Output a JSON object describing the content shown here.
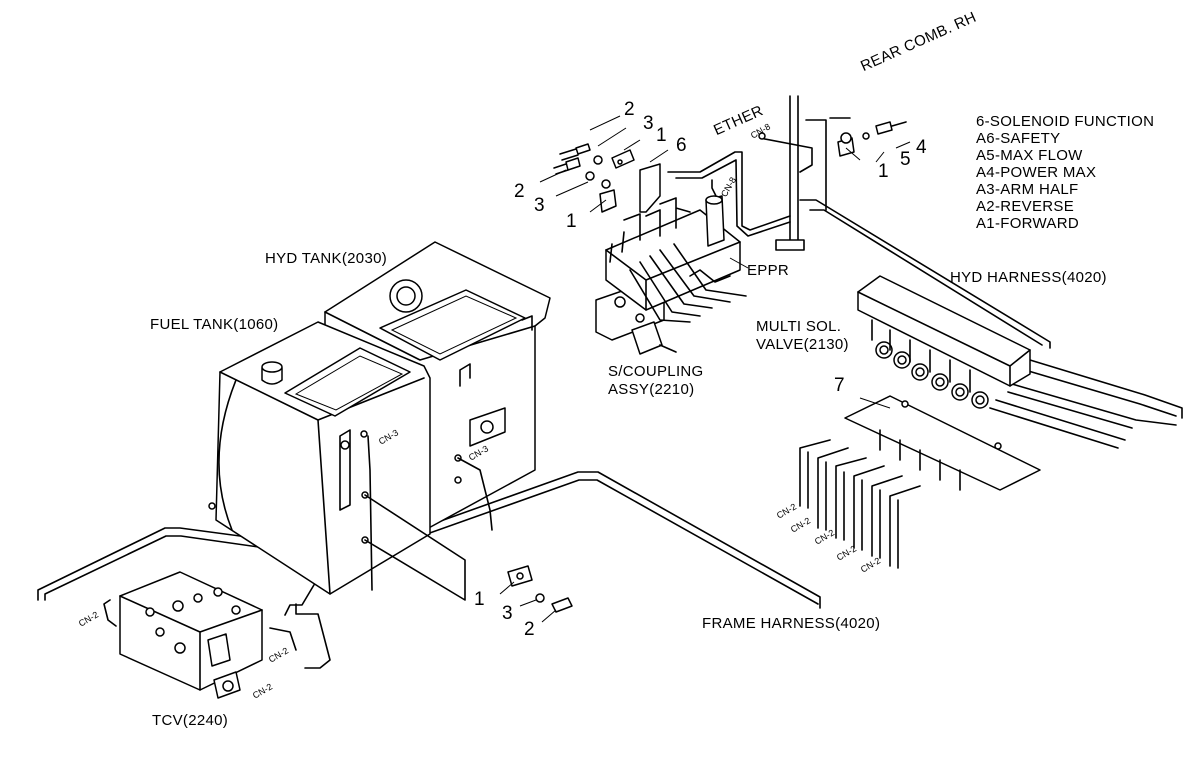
{
  "labels": {
    "rear_comb": "REAR COMB. RH",
    "ether": "ETHER",
    "hyd_tank": "HYD TANK(2030)",
    "fuel_tank": "FUEL TANK(1060)",
    "eppr": "EPPR",
    "hyd_harness": "HYD HARNESS(4020)",
    "multi_sol_1": "MULTI SOL.",
    "multi_sol_2": "VALVE(2130)",
    "s_coupling_1": "S/COUPLING",
    "s_coupling_2": "ASSY(2210)",
    "frame_harness": "FRAME HARNESS(4020)",
    "tcv": "TCV(2240)"
  },
  "legend": {
    "title": "6-SOLENOID FUNCTION",
    "items": [
      "A6-SAFETY",
      "A5-MAX FLOW",
      "A4-POWER MAX",
      "A3-ARM HALF",
      "A2-REVERSE",
      "A1-FORWARD"
    ]
  },
  "part_numbers": {
    "upper_2a": "2",
    "upper_3a": "3",
    "upper_1a": "1",
    "upper_6": "6",
    "upper_2b": "2",
    "upper_3b": "3",
    "upper_1b": "1",
    "right_4": "4",
    "right_5": "5",
    "right_1": "1",
    "item_7": "7",
    "lower_1": "1",
    "lower_3": "3",
    "lower_2": "2"
  },
  "connector_tags": [
    "CN-3",
    "CN-3",
    "CN-8",
    "CN-8",
    "CN-2",
    "CN-2",
    "CN-2",
    "CN-2",
    "CN-2",
    "CN-2",
    "CN-2",
    "CN-2"
  ]
}
